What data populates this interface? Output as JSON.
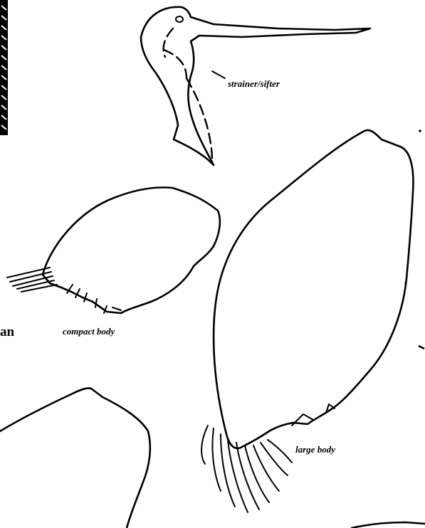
{
  "labels": {
    "strainer": "strainer/sifter",
    "compact": "compact body",
    "large": "large body",
    "fragment": "an"
  }
}
